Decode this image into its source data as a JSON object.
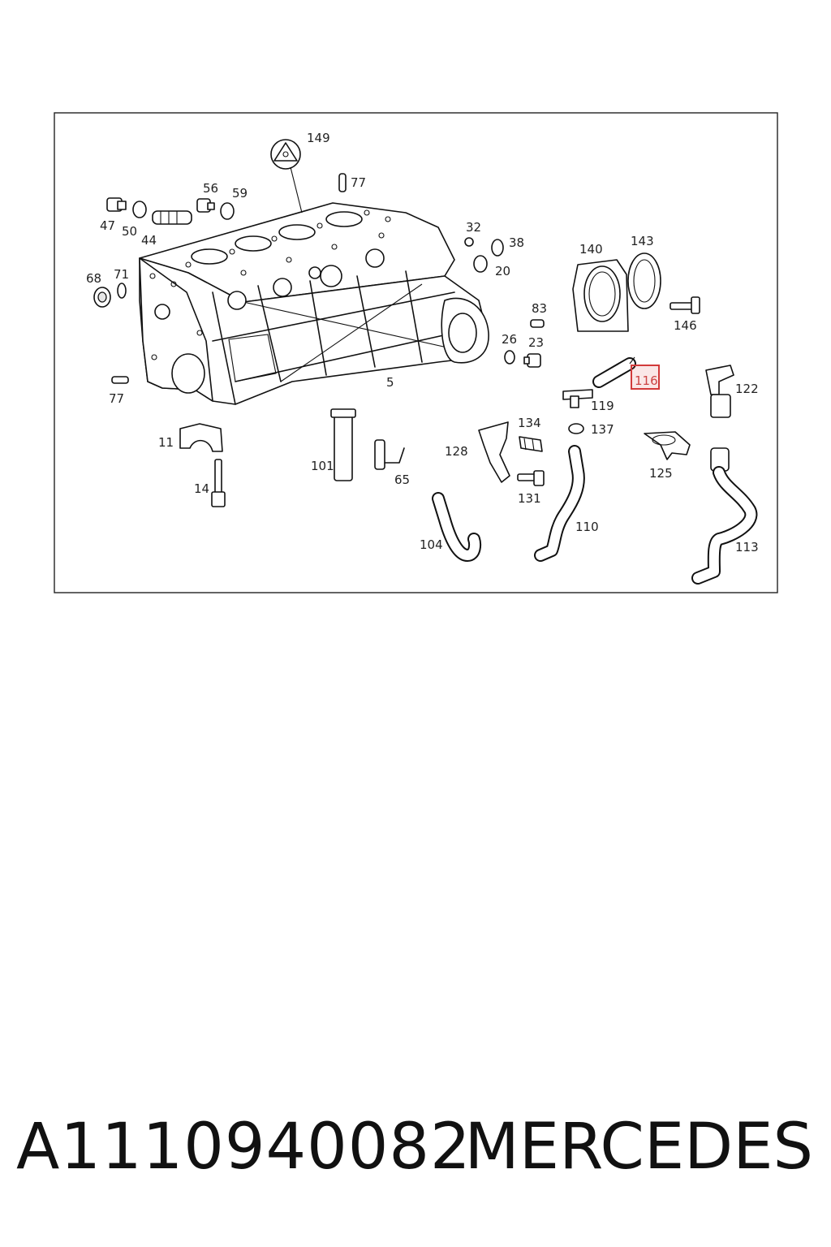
{
  "diagram": {
    "callouts": {
      "c149": "149",
      "c77a": "77",
      "c56": "56",
      "c59": "59",
      "c47": "47",
      "c50": "50",
      "c44": "44",
      "c68": "68",
      "c71": "71",
      "c32": "32",
      "c38": "38",
      "c20": "20",
      "c140": "140",
      "c143": "143",
      "c146": "146",
      "c83": "83",
      "c26": "26",
      "c23": "23",
      "c5": "5",
      "c77b": "77",
      "c116": "116",
      "c122": "122",
      "c119": "119",
      "c134": "134",
      "c137": "137",
      "c11": "11",
      "c128": "128",
      "c125": "125",
      "c101": "101",
      "c65": "65",
      "c14": "14",
      "c131": "131",
      "c110": "110",
      "c113": "113",
      "c104": "104"
    },
    "highlight_color": "#d23a3a"
  },
  "footer": {
    "part_number": "A1110940082",
    "brand": "MERCEDES"
  }
}
